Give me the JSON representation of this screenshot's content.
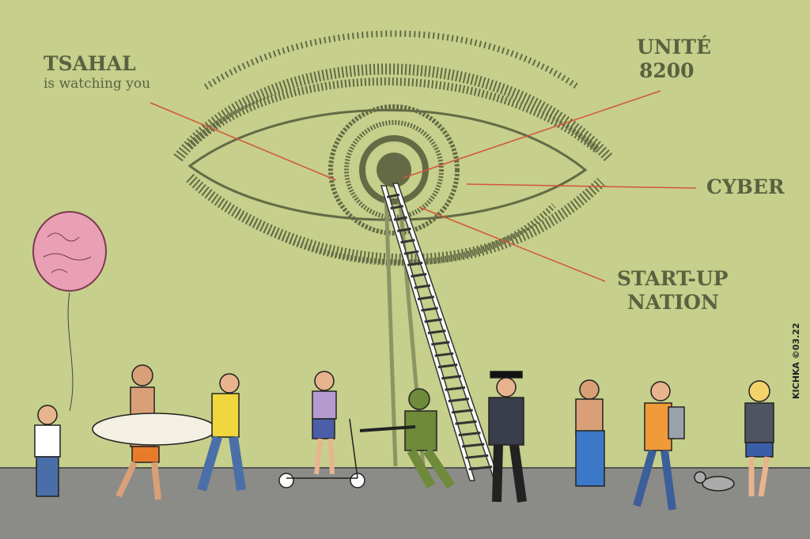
{
  "labels": {
    "tsahal": "TSAHAL",
    "watching": "is watching you",
    "unite": "UNITÉ",
    "unit_number": "8200",
    "cyber": "CYBER",
    "startup_1": "START-UP",
    "startup_2": "NATION"
  },
  "signature": "KICHKA ©03.22",
  "colors": {
    "background": "#c6cf8b",
    "ink": "#5b6140",
    "pointer_lines": "#d2553a",
    "ground": "#8b8b87",
    "brain": "#e9a0b4"
  }
}
